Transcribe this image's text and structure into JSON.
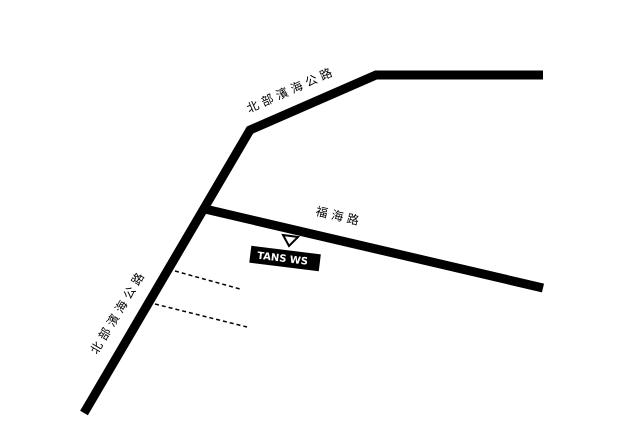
{
  "roads": {
    "coastal_upper": {
      "label": "北部濱海公路"
    },
    "coastal_left": {
      "label": "北部濱海公路"
    },
    "fuhai": {
      "label": "福海路"
    }
  },
  "marker": {
    "label": "TANS WS"
  },
  "colors": {
    "road": "#000000",
    "background": "#ffffff",
    "marker_text": "#ffffff"
  }
}
